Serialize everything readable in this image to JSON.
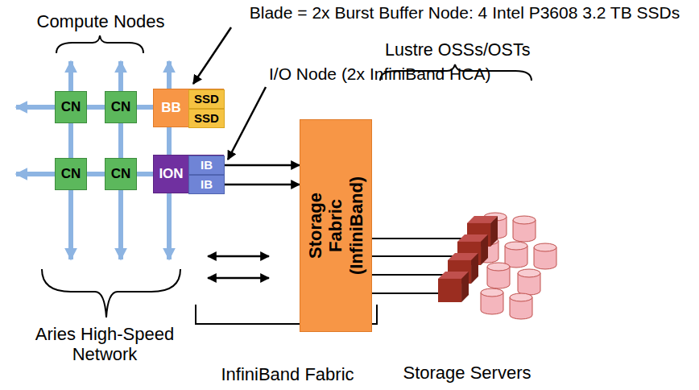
{
  "diagram": {
    "nodes": [
      {
        "text": [
          "CN"
        ]
      },
      {
        "text": [
          "CN"
        ]
      },
      {
        "text": [
          "BB"
        ]
      },
      {
        "text": [
          "SSD"
        ],
        "in": 2
      },
      {
        "text": [
          "SSD"
        ],
        "in": 2
      },
      {
        "text": [
          "CN"
        ]
      },
      {
        "text": [
          "CN"
        ]
      },
      {
        "text": [
          "ION"
        ]
      },
      {
        "text": [
          "IB"
        ],
        "in": 7
      },
      {
        "text": [
          "IB"
        ],
        "in": 7
      },
      {
        "text": [
          "Storage Fabric (InfiniBand)"
        ]
      }
    ],
    "edges": [
      {
        "from": 0,
        "to": 1,
        "arrow": "none"
      },
      {
        "from": 1,
        "to": 2,
        "arrow": "none"
      },
      {
        "from": 5,
        "to": 6,
        "arrow": "none"
      },
      {
        "from": 6,
        "to": 7,
        "arrow": "none"
      },
      {
        "from": 0,
        "to": 5,
        "arrow": "none"
      },
      {
        "from": 1,
        "to": 6,
        "arrow": "none"
      },
      {
        "from": 2,
        "to": 7,
        "arrow": "none"
      },
      {
        "from": 8,
        "to": 10,
        "arrow": "to"
      },
      {
        "from": 9,
        "to": 10,
        "arrow": "to"
      }
    ],
    "labels": [
      "Compute Nodes",
      "Blade = 2x Burst Buffer Node: 4 Intel P3608 3.2 TB SSDs",
      "I/O Node (2x InfiniBand HCA)",
      "Lustre OSSs/OSTs",
      "Aries High-Speed Network",
      "InfiniBand Fabric",
      "Storage Servers"
    ]
  }
}
